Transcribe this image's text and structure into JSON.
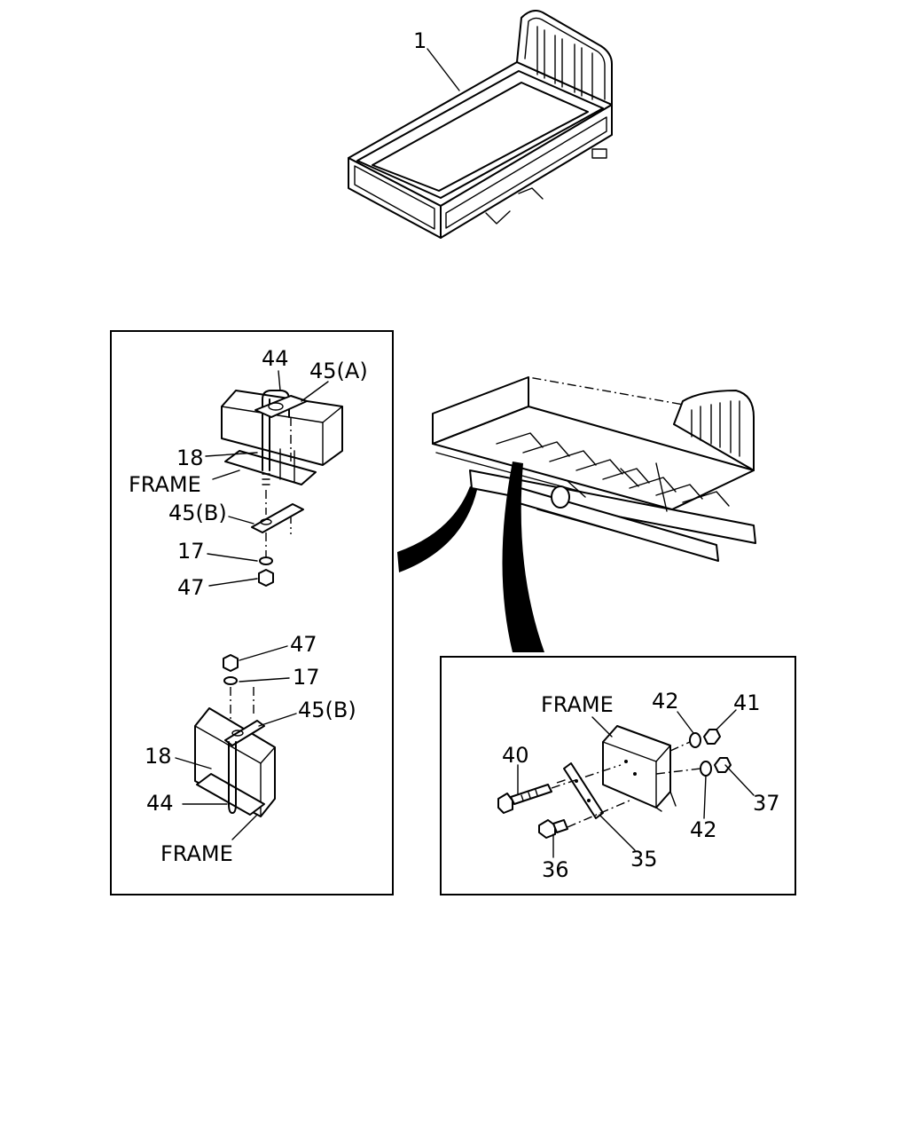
{
  "main_view": {
    "callout_1": "1"
  },
  "left_panel": {
    "upper": {
      "callout_44": "44",
      "callout_45a": "45(A)",
      "callout_18": "18",
      "frame": "FRAME",
      "callout_45b": "45(B)",
      "callout_17": "17",
      "callout_47": "47"
    },
    "lower": {
      "callout_47": "47",
      "callout_17": "17",
      "callout_45b": "45(B)",
      "callout_18": "18",
      "callout_44": "44",
      "frame": "FRAME"
    }
  },
  "right_panel": {
    "frame": "FRAME",
    "callout_42_top": "42",
    "callout_41": "41",
    "callout_40": "40",
    "callout_37": "37",
    "callout_42_bottom": "42",
    "callout_35": "35",
    "callout_36": "36"
  }
}
